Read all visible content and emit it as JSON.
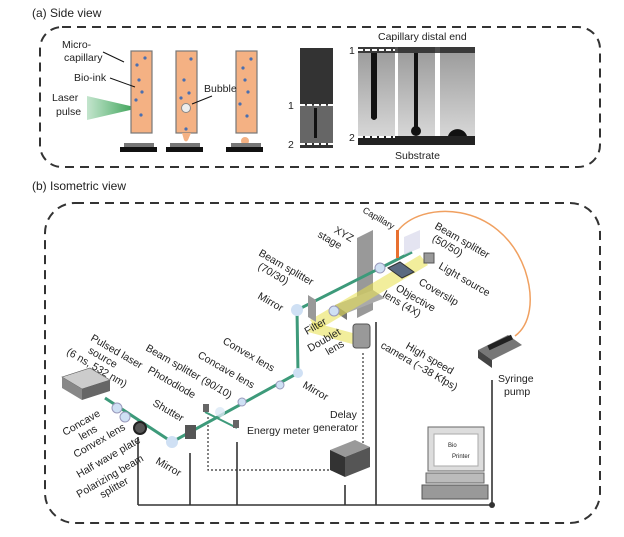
{
  "panel_a": {
    "label": "(a)  Side view",
    "micro_capillary": [
      "Micro-",
      "capillary"
    ],
    "bio_ink": "Bio-ink",
    "laser_pulse": [
      "Laser",
      "pulse"
    ],
    "bubble": "Bubble",
    "photo_mark_1": "1",
    "photo_mark_2": "2",
    "capillary_distal_end": "Capillary distal end",
    "substrate": "Substrate",
    "seq_mark_1": "1",
    "seq_mark_2": "2"
  },
  "panel_b": {
    "label": "(b)  Isometric view",
    "pulsed_laser": [
      "Pulsed laser",
      "source",
      "(6 ns, 532 nm)"
    ],
    "concave_lens_1": [
      "Concave",
      "lens"
    ],
    "convex_lens_1": "Convex lens",
    "half_wave_plate": "Half wave plate",
    "polarizing_beam_splitter": [
      "Polarizing beam",
      "splitter"
    ],
    "mirror_1": "Mirror",
    "shutter": "Shutter",
    "photodiode": "Photodiode",
    "beam_splitter_90_10": "Beam splitter (90/10)",
    "concave_lens_2": "Concave lens",
    "convex_lens_2": "Convex lens",
    "energy_meter": "Energy meter",
    "mirror_2": "Mirror",
    "filter": "Filter",
    "doublet_lens": [
      "Doublet",
      "lens"
    ],
    "mirror_3": "Mirror",
    "beam_splitter_70_30": [
      "Beam splitter",
      "(70/30)"
    ],
    "xyz_stage": [
      "XYZ",
      "stage"
    ],
    "capillary": "Capillary",
    "beam_splitter_50_50": [
      "Beam splitter",
      "(50/50)"
    ],
    "light_source": "Light source",
    "coverslip": "Coverslip",
    "objective_lens": [
      "Objective",
      "lens (4X)"
    ],
    "high_speed_camera": [
      "High speed",
      "camera (~38 Kfps)"
    ],
    "delay_generator": [
      "Delay",
      "generator"
    ],
    "syringe_pump": [
      "Syringe",
      "pump"
    ],
    "computer_screen_text": [
      "Bio",
      "Printer"
    ]
  },
  "colors": {
    "bio_ink": "#f4b183",
    "laser": "#3aa85a",
    "beam": "#3d9a7a",
    "illumination": "#e8e04a",
    "tube": "#f0a060"
  }
}
